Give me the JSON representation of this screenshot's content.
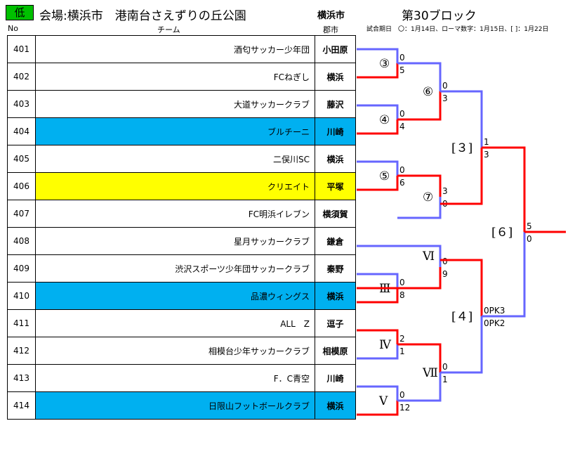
{
  "header": {
    "badge": "低",
    "venue": "会場:横浜市　港南台さえずりの丘公園",
    "city": "横浜市",
    "block": "第30ブロック",
    "note": "試合期日　〇：1月14日、ローマ数字：1月15日、[ ]：1月22日"
  },
  "columns": {
    "no": "No",
    "team": "チーム",
    "area": "郡市"
  },
  "teams": [
    {
      "no": "401",
      "name": "酒匂サッカー少年団",
      "area": "小田原",
      "fill": ""
    },
    {
      "no": "402",
      "name": "FCねぎし",
      "area": "横浜",
      "fill": ""
    },
    {
      "no": "403",
      "name": "大道サッカークラブ",
      "area": "藤沢",
      "fill": ""
    },
    {
      "no": "404",
      "name": "ブルチーニ",
      "area": "川崎",
      "fill": "blue"
    },
    {
      "no": "405",
      "name": "二俣川SC",
      "area": "横浜",
      "fill": ""
    },
    {
      "no": "406",
      "name": "クリエイト",
      "area": "平塚",
      "fill": "yellow"
    },
    {
      "no": "407",
      "name": "FC明浜イレブン",
      "area": "横須賀",
      "fill": ""
    },
    {
      "no": "408",
      "name": "星月サッカークラブ",
      "area": "鎌倉",
      "fill": ""
    },
    {
      "no": "409",
      "name": "渋沢スポーツ少年団サッカークラブ",
      "area": "秦野",
      "fill": ""
    },
    {
      "no": "410",
      "name": "品濃ウィングス",
      "area": "横浜",
      "fill": "blue"
    },
    {
      "no": "411",
      "name": "ALL　Z",
      "area": "逗子",
      "fill": ""
    },
    {
      "no": "412",
      "name": "相模台少年サッカークラブ",
      "area": "相模原",
      "fill": ""
    },
    {
      "no": "413",
      "name": "F．C青空",
      "area": "川崎",
      "fill": ""
    },
    {
      "no": "414",
      "name": "日限山フットボールクラブ",
      "area": "横浜",
      "fill": "blue"
    }
  ],
  "bracket": {
    "colors": {
      "win": "#ff0000",
      "lose": "#6666ff"
    },
    "matches": [
      {
        "label": "③",
        "top": "0",
        "bottom": "5"
      },
      {
        "label": "④",
        "top": "0",
        "bottom": "4"
      },
      {
        "label": "⑤",
        "top": "0",
        "bottom": "6"
      },
      {
        "label": "Ⅲ",
        "top": "0",
        "bottom": "8"
      },
      {
        "label": "Ⅳ",
        "top": "2",
        "bottom": "1"
      },
      {
        "label": "Ⅴ",
        "top": "0",
        "bottom": "12"
      },
      {
        "label": "⑥",
        "top": "0",
        "bottom": "3"
      },
      {
        "label": "⑦",
        "top": "3",
        "bottom": "0"
      },
      {
        "label": "Ⅵ",
        "top": "0",
        "bottom": "9"
      },
      {
        "label": "Ⅶ",
        "top": "0",
        "bottom": "1"
      },
      {
        "label": "[３]",
        "top": "1",
        "bottom": "3"
      },
      {
        "label": "[４]",
        "top": "0PK3",
        "bottom": "0PK2"
      },
      {
        "label": "[６]",
        "top": "5",
        "bottom": "0"
      }
    ]
  }
}
